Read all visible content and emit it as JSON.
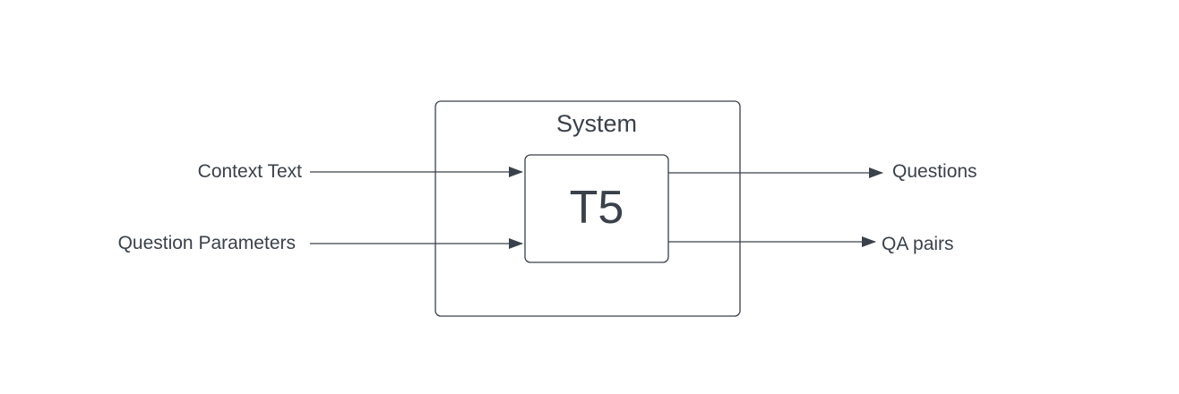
{
  "diagram": {
    "system_title": "System",
    "model_label": "T5",
    "inputs": {
      "context_text": "Context Text",
      "question_parameters": "Question Parameters"
    },
    "outputs": {
      "questions": "Questions",
      "qa_pairs": "QA pairs"
    },
    "colors": {
      "stroke": "#3a414a",
      "text": "#3a414a",
      "background": "#ffffff"
    }
  }
}
